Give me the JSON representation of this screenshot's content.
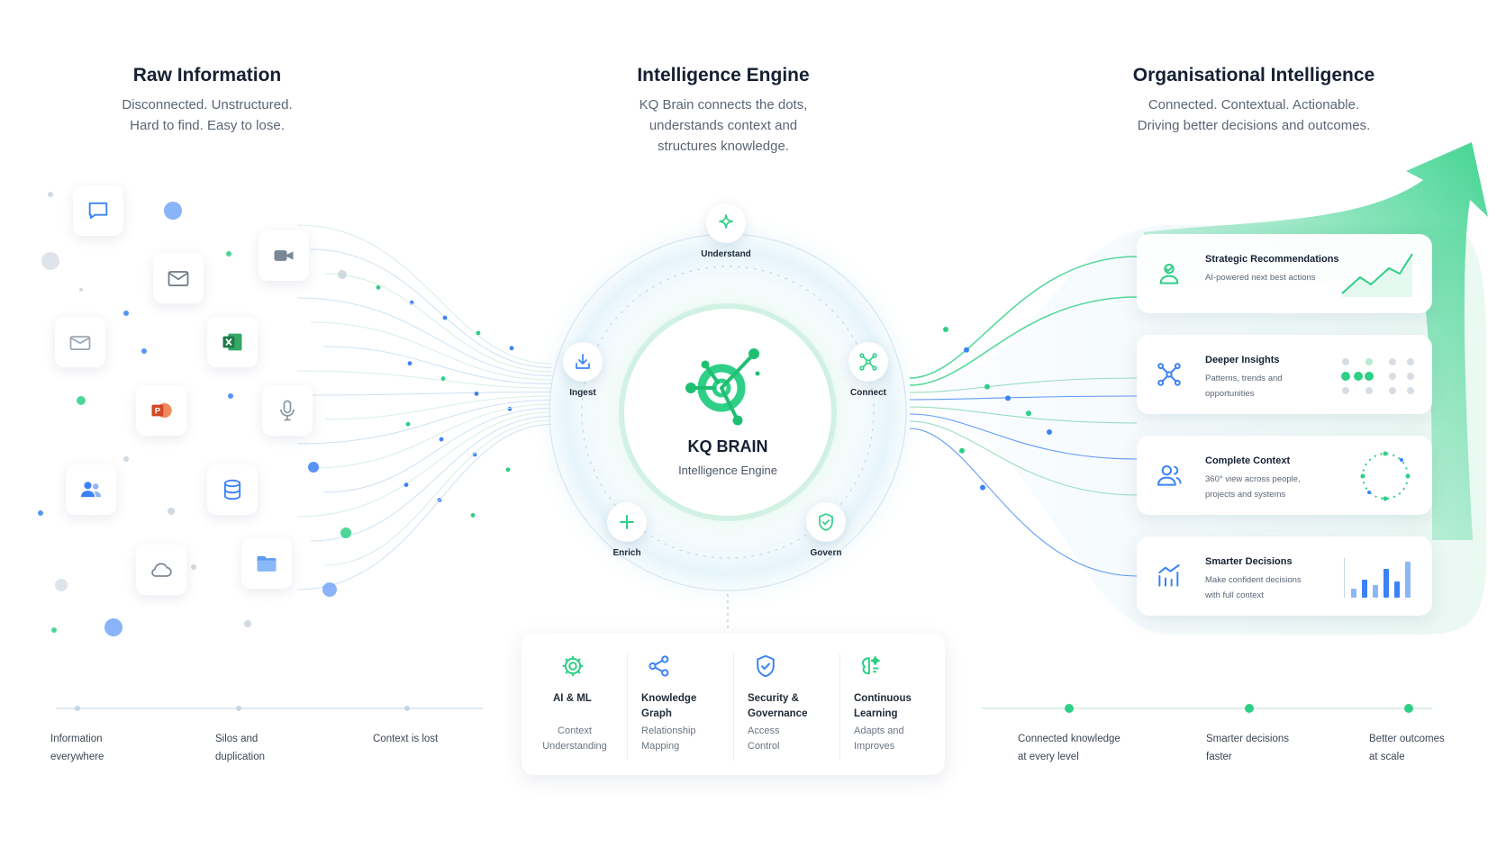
{
  "colors": {
    "green": "#2ecf86",
    "blue": "#3b82f6",
    "dark": "#152033"
  },
  "left": {
    "title": "Raw Information",
    "subtitle": [
      "Disconnected. Unstructured.",
      "Hard to find. Easy to lose."
    ],
    "sources": [
      "chat-icon",
      "video-icon",
      "mail-icon",
      "excel-icon",
      "envelope-icon",
      "powerpoint-icon",
      "microphone-icon",
      "users-icon",
      "database-icon",
      "cloud-icon",
      "folder-icon"
    ]
  },
  "center": {
    "title": "Intelligence Engine",
    "subtitle": [
      "KQ Brain connects the dots,",
      "understands context and",
      "structures knowledge."
    ],
    "core_title": "KQ BRAIN",
    "core_subtitle": "Intelligence Engine",
    "nodes": {
      "understand": "Understand",
      "ingest": "Ingest",
      "connect": "Connect",
      "enrich": "Enrich",
      "govern": "Govern"
    },
    "capabilities": [
      {
        "title": [
          "AI & ML"
        ],
        "desc": [
          "Context",
          "Understanding"
        ],
        "icon": "gear-icon"
      },
      {
        "title": [
          "Knowledge",
          "Graph"
        ],
        "desc": [
          "Relationship",
          "Mapping"
        ],
        "icon": "share-icon"
      },
      {
        "title": [
          "Security &",
          "Governance"
        ],
        "desc": [
          "Access",
          "Control"
        ],
        "icon": "shield-icon"
      },
      {
        "title": [
          "Continuous",
          "Learning"
        ],
        "desc": [
          "Adapts and",
          "Improves"
        ],
        "icon": "sparkle-brain-icon"
      }
    ]
  },
  "right": {
    "title": "Organisational Intelligence",
    "subtitle": [
      "Connected. Contextual. Actionable.",
      "Driving better decisions and outcomes."
    ],
    "cards": [
      {
        "title": "Strategic Recommendations",
        "desc": [
          "AI-powered next best actions"
        ],
        "icon": "user-recommend-icon"
      },
      {
        "title": "Deeper Insights",
        "desc": [
          "Patterns, trends and",
          "opportunities"
        ],
        "icon": "network-icon"
      },
      {
        "title": "Complete Context",
        "desc": [
          "360° view across people,",
          "projects and systems"
        ],
        "icon": "people-icon"
      },
      {
        "title": "Smarter Decisions",
        "desc": [
          "Make confident decisions",
          "with full context"
        ],
        "icon": "growth-chart-icon"
      }
    ]
  },
  "footer_left": [
    [
      "Information",
      "everywhere"
    ],
    [
      "Silos and",
      "duplication"
    ],
    [
      "Context is lost"
    ]
  ],
  "footer_right": [
    [
      "Connected knowledge",
      "at every level"
    ],
    [
      "Smarter decisions",
      "faster"
    ],
    [
      "Better outcomes",
      "at scale"
    ]
  ]
}
